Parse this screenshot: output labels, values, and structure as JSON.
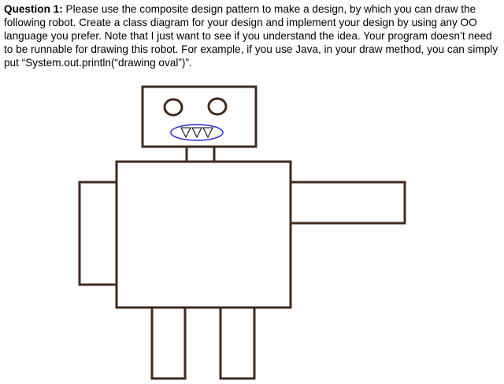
{
  "question": {
    "label": "Question 1:",
    "text": " Please use the composite design pattern to make a design, by which you can draw the following robot. Create a class diagram for your design and implement your design by using any OO language you prefer. Note that I just want to see if you understand the idea. Your program doesn’t need to be runnable for drawing this robot. For example, if you use Java, in your draw method, you can simply put “System.out.println(“drawing oval”)”."
  },
  "robot": {
    "outline_color": "#3f2a1c",
    "mouth_color": "#2a2ad0",
    "parts": [
      "head",
      "left-eye",
      "right-eye",
      "mouth",
      "teeth",
      "neck",
      "body",
      "left-arm",
      "right-arm",
      "left-leg",
      "right-leg"
    ]
  }
}
